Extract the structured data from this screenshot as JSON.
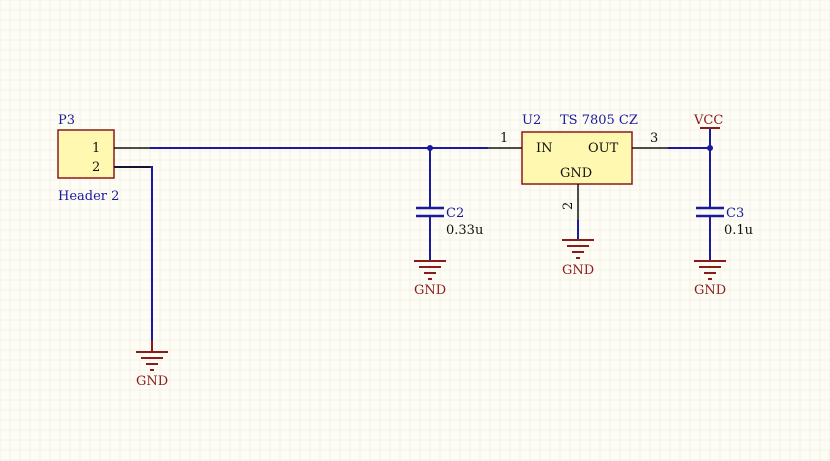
{
  "schematic": {
    "header": {
      "designator": "P3",
      "comment": "Header 2",
      "pin1": "1",
      "pin2": "2"
    },
    "regulator": {
      "designator": "U2",
      "comment": "TS 7805 CZ",
      "pin_in_label": "IN",
      "pin_out_label": "OUT",
      "pin_gnd_label": "GND",
      "pin_in_number": "1",
      "pin_gnd_number": "2",
      "pin_out_number": "3"
    },
    "c2": {
      "designator": "C2",
      "value": "0.33u"
    },
    "c3": {
      "designator": "C3",
      "value": "0.1u"
    },
    "power_port_vcc": "VCC",
    "gnd_header": "GND",
    "gnd_c2": "GND",
    "gnd_u2": "GND",
    "gnd_c3": "GND"
  },
  "colors": {
    "background": "#fdfcf5",
    "grid": "#ece9dc",
    "wire": "#1a1a9e",
    "power": "#8b1a1a",
    "component_body": "#fff8b0"
  }
}
